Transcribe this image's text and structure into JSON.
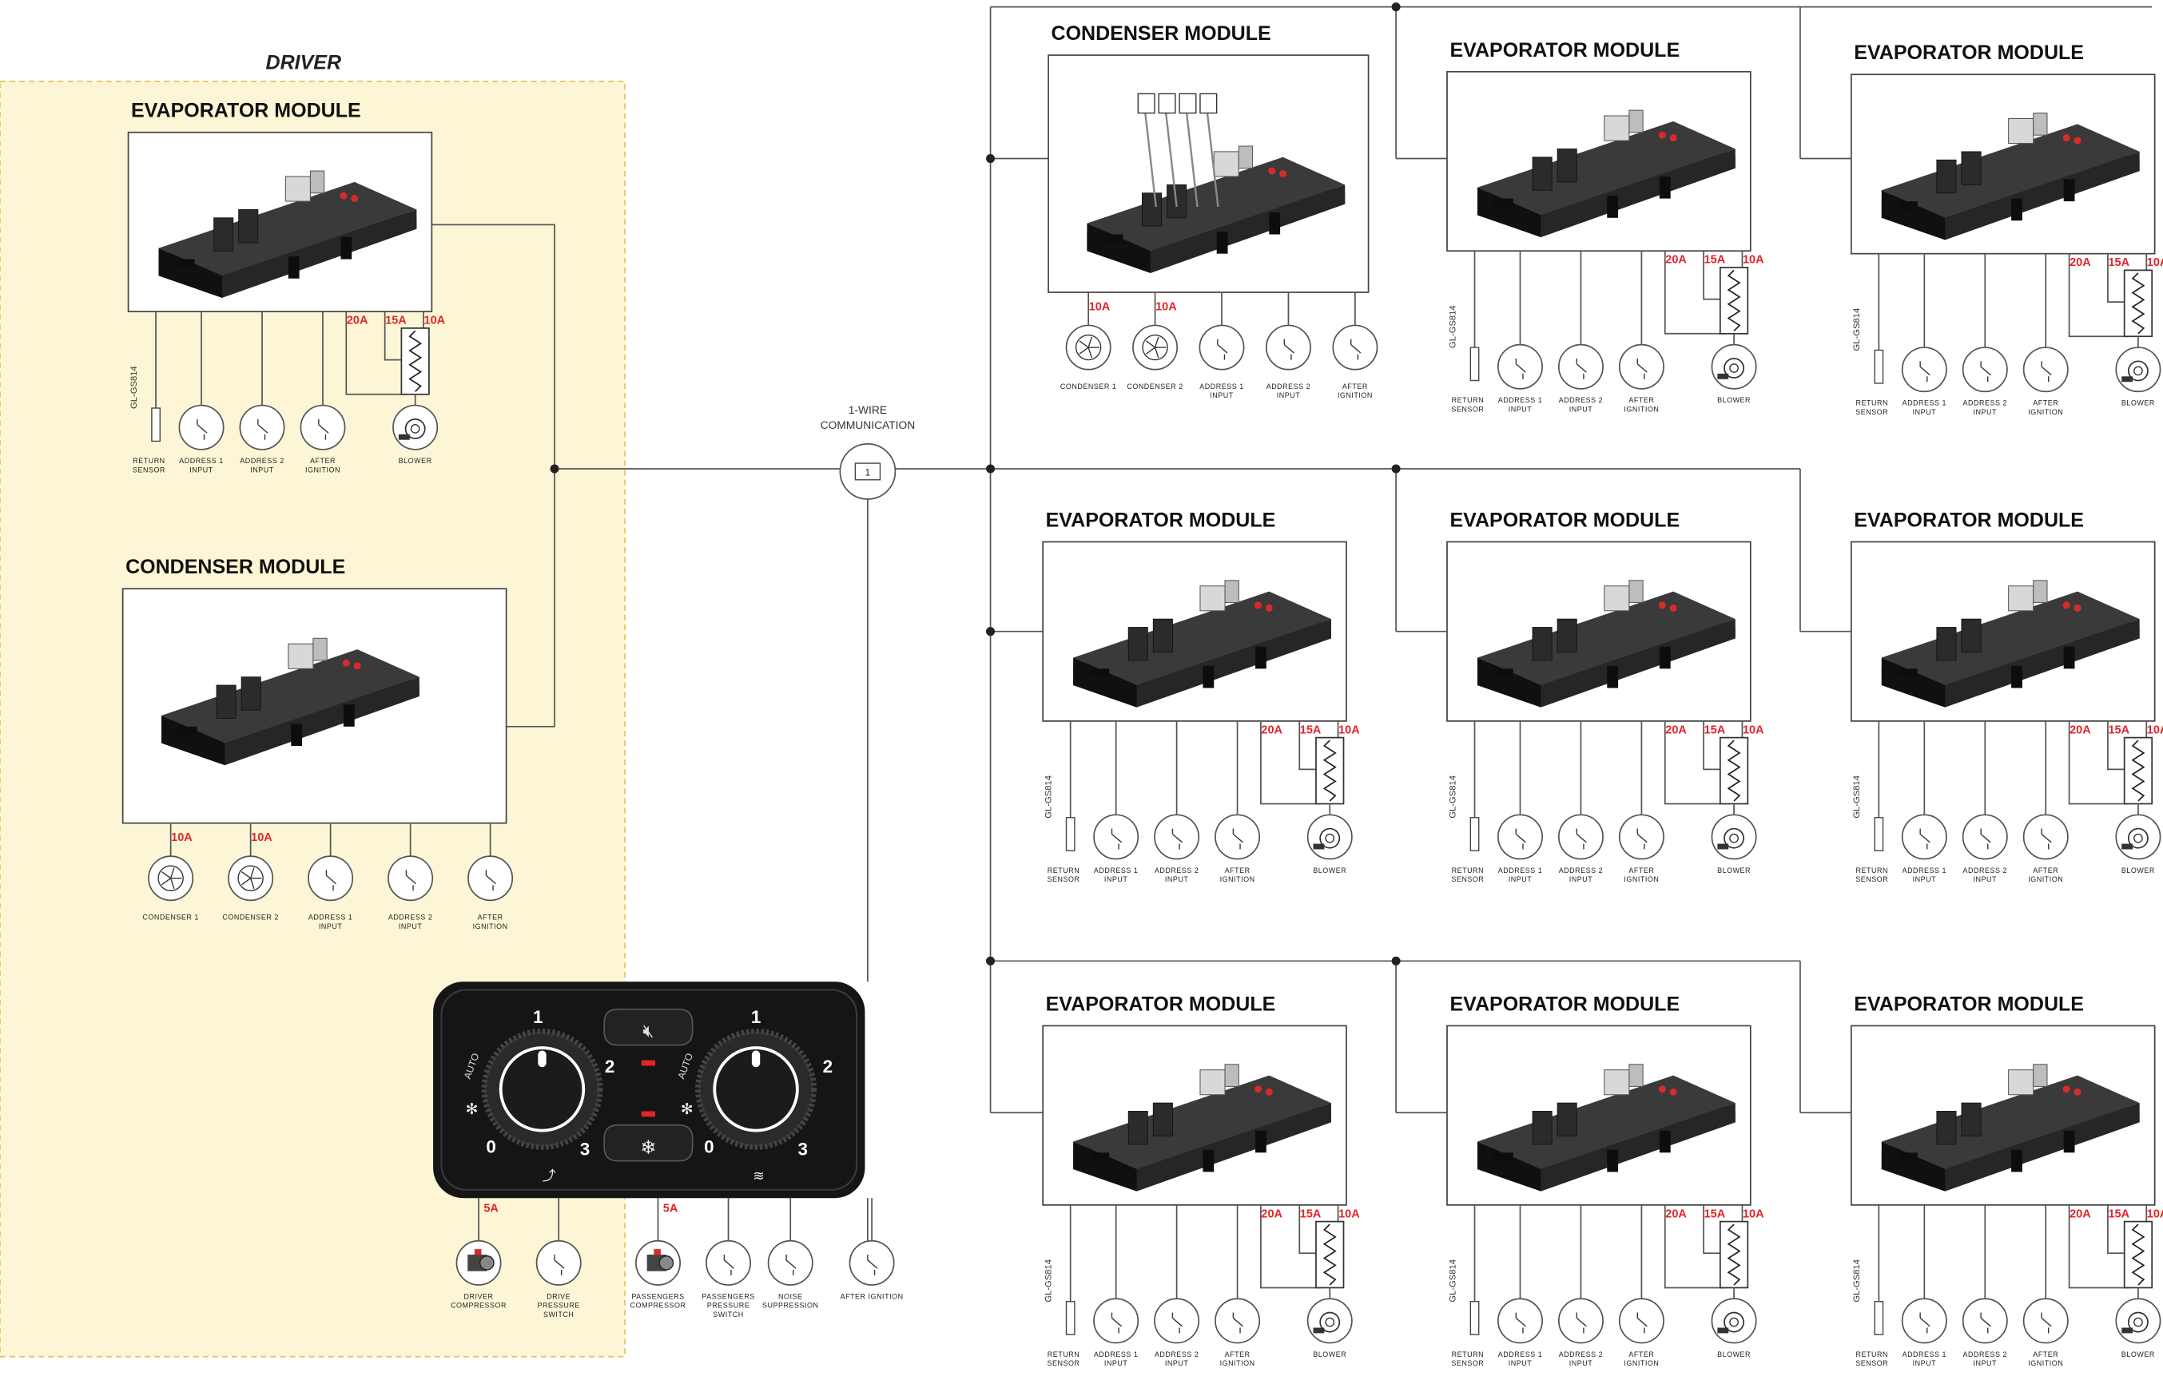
{
  "driver": {
    "label": "DRIVER"
  },
  "comm": {
    "line1": "1-WIRE",
    "line2": "COMMUNICATION",
    "badge": "1"
  },
  "titles": {
    "evaporator": "EVAPORATOR MODULE",
    "condenser": "CONDENSER MODULE"
  },
  "sensor_code": "GL-GS814",
  "fuses": {
    "f20": "20A",
    "f15": "15A",
    "f10": "10A",
    "f5": "5A"
  },
  "evap_labels": {
    "return": [
      "RETURN",
      "SENSOR"
    ],
    "addr1": [
      "ADDRESS 1",
      "INPUT"
    ],
    "addr2": [
      "ADDRESS 2",
      "INPUT"
    ],
    "after": [
      "AFTER",
      "IGNITION"
    ],
    "blower": [
      "BLOWER"
    ]
  },
  "cond_labels": {
    "c1": [
      "CONDENSER 1"
    ],
    "c2": [
      "CONDENSER 2"
    ],
    "addr1": [
      "ADDRESS 1",
      "INPUT"
    ],
    "addr2": [
      "ADDRESS 2",
      "INPUT"
    ],
    "after": [
      "AFTER",
      "IGNITION"
    ]
  },
  "panel": {
    "left_dial": {
      "n0": "0",
      "n1": "1",
      "n2": "2",
      "n3": "3",
      "auto": "AUTO"
    },
    "right_dial": {
      "n0": "0",
      "n1": "1",
      "n2": "2",
      "n3": "3",
      "auto": "AUTO"
    }
  },
  "panel_outputs": [
    {
      "lines": [
        "DRIVER",
        "COMPRESSOR"
      ]
    },
    {
      "lines": [
        "DRIVE",
        "PRESSURE",
        "SWITCH"
      ]
    },
    {
      "lines": [
        "PASSENGERS",
        "COMPRESSOR"
      ]
    },
    {
      "lines": [
        "PASSENGERS",
        "PRESSURE",
        "SWITCH"
      ]
    },
    {
      "lines": [
        "NOISE",
        "SUPPRESSION"
      ]
    },
    {
      "lines": [
        "AFTER IGNITION"
      ]
    }
  ],
  "colors": {
    "accent_red": "#e0262b",
    "driver_zone": "#fdf6d6",
    "driver_border": "#e7c25a",
    "panel_body": "#151515"
  }
}
